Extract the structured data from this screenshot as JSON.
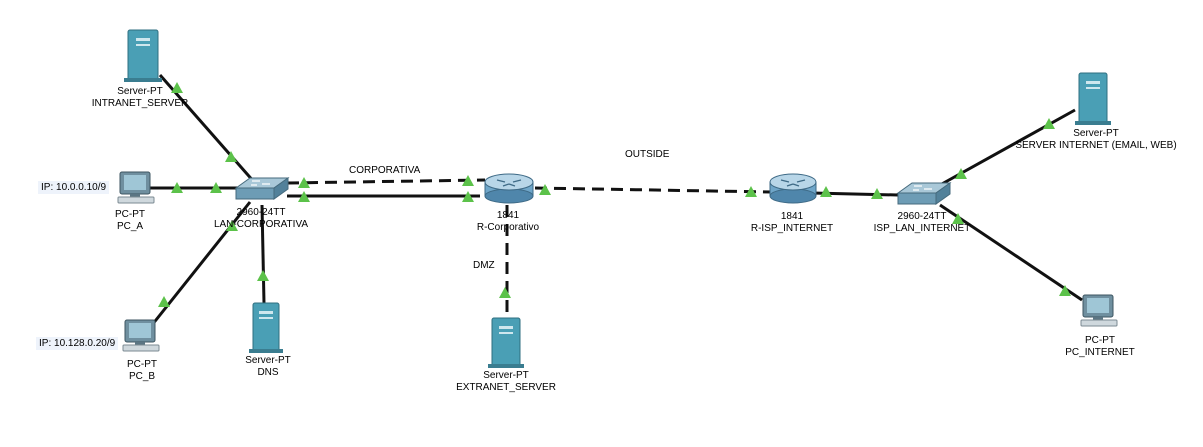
{
  "devices": {
    "intranet_server": {
      "model": "Server-PT",
      "name": "INTRANET_SERVER"
    },
    "pc_a": {
      "model": "PC-PT",
      "name": "PC_A",
      "ip": "IP: 10.0.0.10/9"
    },
    "pc_b": {
      "model": "PC-PT",
      "name": "PC_B",
      "ip": "IP: 10.128.0.20/9"
    },
    "switch_lan": {
      "model": "2960-24TT",
      "name": "LAN-CORPORATIVA"
    },
    "dns_server": {
      "model": "Server-PT",
      "name": "DNS"
    },
    "router_corp": {
      "model": "1841",
      "name": "R-Corporativo"
    },
    "extranet_server": {
      "model": "Server-PT",
      "name": "EXTRANET_SERVER"
    },
    "router_isp": {
      "model": "1841",
      "name": "R-ISP_INTERNET"
    },
    "switch_isp": {
      "model": "2960-24TT",
      "name": "ISP_LAN_INTERNET"
    },
    "server_internet": {
      "model": "Server-PT",
      "name": "SERVER INTERNET (EMAIL, WEB)"
    },
    "pc_internet": {
      "model": "PC-PT",
      "name": "PC_INTERNET"
    }
  },
  "zones": {
    "corporativa": "CORPORATIVA",
    "outside": "OUTSIDE",
    "dmz": "DMZ"
  },
  "colors": {
    "link": "#111111",
    "link_up": "#5cc24a",
    "server_body": "#4a9fb5",
    "router_body": "#6fa6c9",
    "switch_body": "#6d9cb5",
    "ip_box": "#eef3fb"
  }
}
